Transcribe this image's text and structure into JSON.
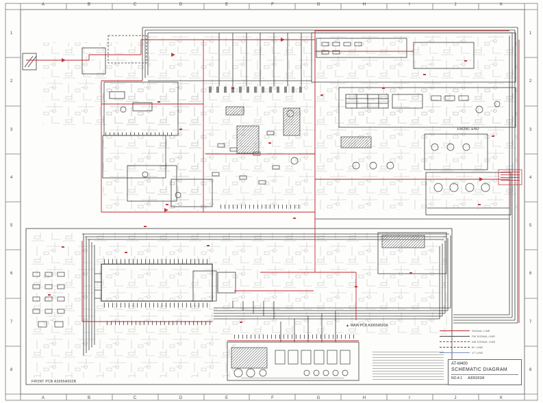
{
  "sheet": {
    "grid_columns": [
      "A",
      "B",
      "C",
      "D",
      "E",
      "F",
      "G",
      "H",
      "I",
      "J",
      "K"
    ],
    "grid_rows": [
      "1",
      "2",
      "3",
      "4",
      "5",
      "6",
      "7",
      "8"
    ]
  },
  "labels": {
    "front_end": "FRONT END",
    "main_pcb_marker": "▲",
    "main_pcb": "MAIN PCB  A3065A502A",
    "front_pcb": "FRONT PCB  A3065A502B"
  },
  "title_block": {
    "model": "AT-M400",
    "title": "SCHEMATIC DIAGRAM",
    "sheet_no": "NO.4-1",
    "drawing_no": "A306301M"
  },
  "legend": {
    "items": [
      {
        "label": "SIGNAL LINE"
      },
      {
        "label": "FM SIGNAL LINE"
      },
      {
        "label": "AM SIGNAL LINE"
      },
      {
        "label": "B+ LINE"
      },
      {
        "label": "VT LINE"
      }
    ]
  },
  "colors": {
    "trace_red": "#c0272d",
    "trace_black": "#3a3a3a",
    "legend_blue": "#7a8fc0",
    "paper": "#fdfdfc"
  }
}
